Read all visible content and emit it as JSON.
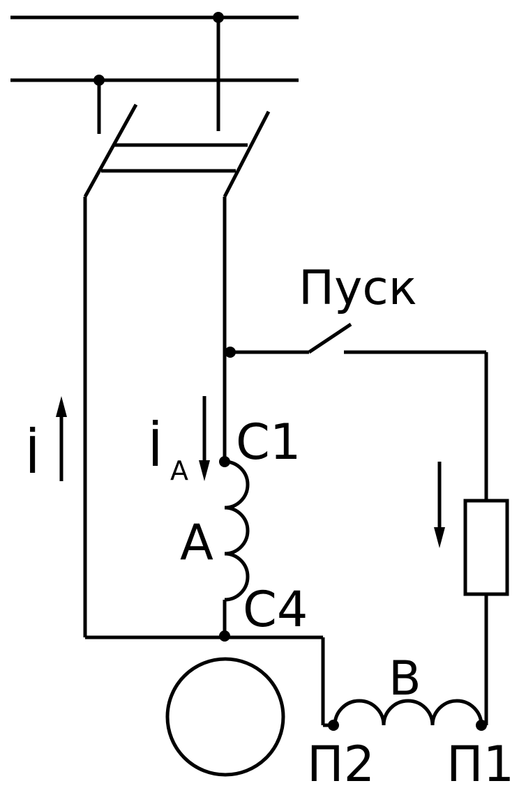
{
  "labels": {
    "start_button": "Пуск",
    "current_total": "İ",
    "current_a_main": "İ",
    "current_a_sub": "A",
    "winding_a": "A",
    "terminal_c1": "C1",
    "terminal_c4": "C4",
    "winding_b": "B",
    "terminal_p2": "П2",
    "terminal_p1": "П1"
  },
  "colors": {
    "stroke": "#000000",
    "background": "#ffffff"
  }
}
